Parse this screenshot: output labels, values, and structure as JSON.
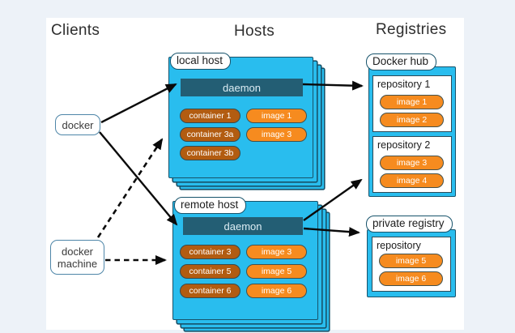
{
  "headings": {
    "clients": "Clients",
    "hosts": "Hosts",
    "registries": "Registries"
  },
  "clients": {
    "docker_label": "docker",
    "docker_machine_label": "docker machine"
  },
  "hosts": {
    "local": {
      "label": "local host",
      "daemon": "daemon",
      "containers": [
        "container 1",
        "container 3a",
        "container 3b"
      ],
      "images": [
        "image 1",
        "image 3"
      ]
    },
    "remote": {
      "label": "remote host",
      "daemon": "daemon",
      "containers": [
        "container 3",
        "container 5",
        "container 6"
      ],
      "images": [
        "image 3",
        "image 5",
        "image 6"
      ]
    }
  },
  "registries": {
    "docker_hub": {
      "label": "Docker hub",
      "repositories": [
        {
          "name": "repository 1",
          "images": [
            "image 1",
            "image 2"
          ]
        },
        {
          "name": "repository 2",
          "images": [
            "image 3",
            "image 4"
          ]
        }
      ]
    },
    "private": {
      "label": "private registry",
      "repositories": [
        {
          "name": "repository",
          "images": [
            "image 5",
            "image 6"
          ]
        }
      ]
    }
  },
  "colors": {
    "background": "#edf2f8",
    "surface": "#ffffff",
    "host_fill": "#29bdee",
    "box_border": "#17536b",
    "daemon_fill": "#235e74",
    "container_fill": "#b25c11",
    "image_fill": "#f68b1f",
    "client_border": "#4e86a8",
    "arrow": "#0a0a0a"
  }
}
